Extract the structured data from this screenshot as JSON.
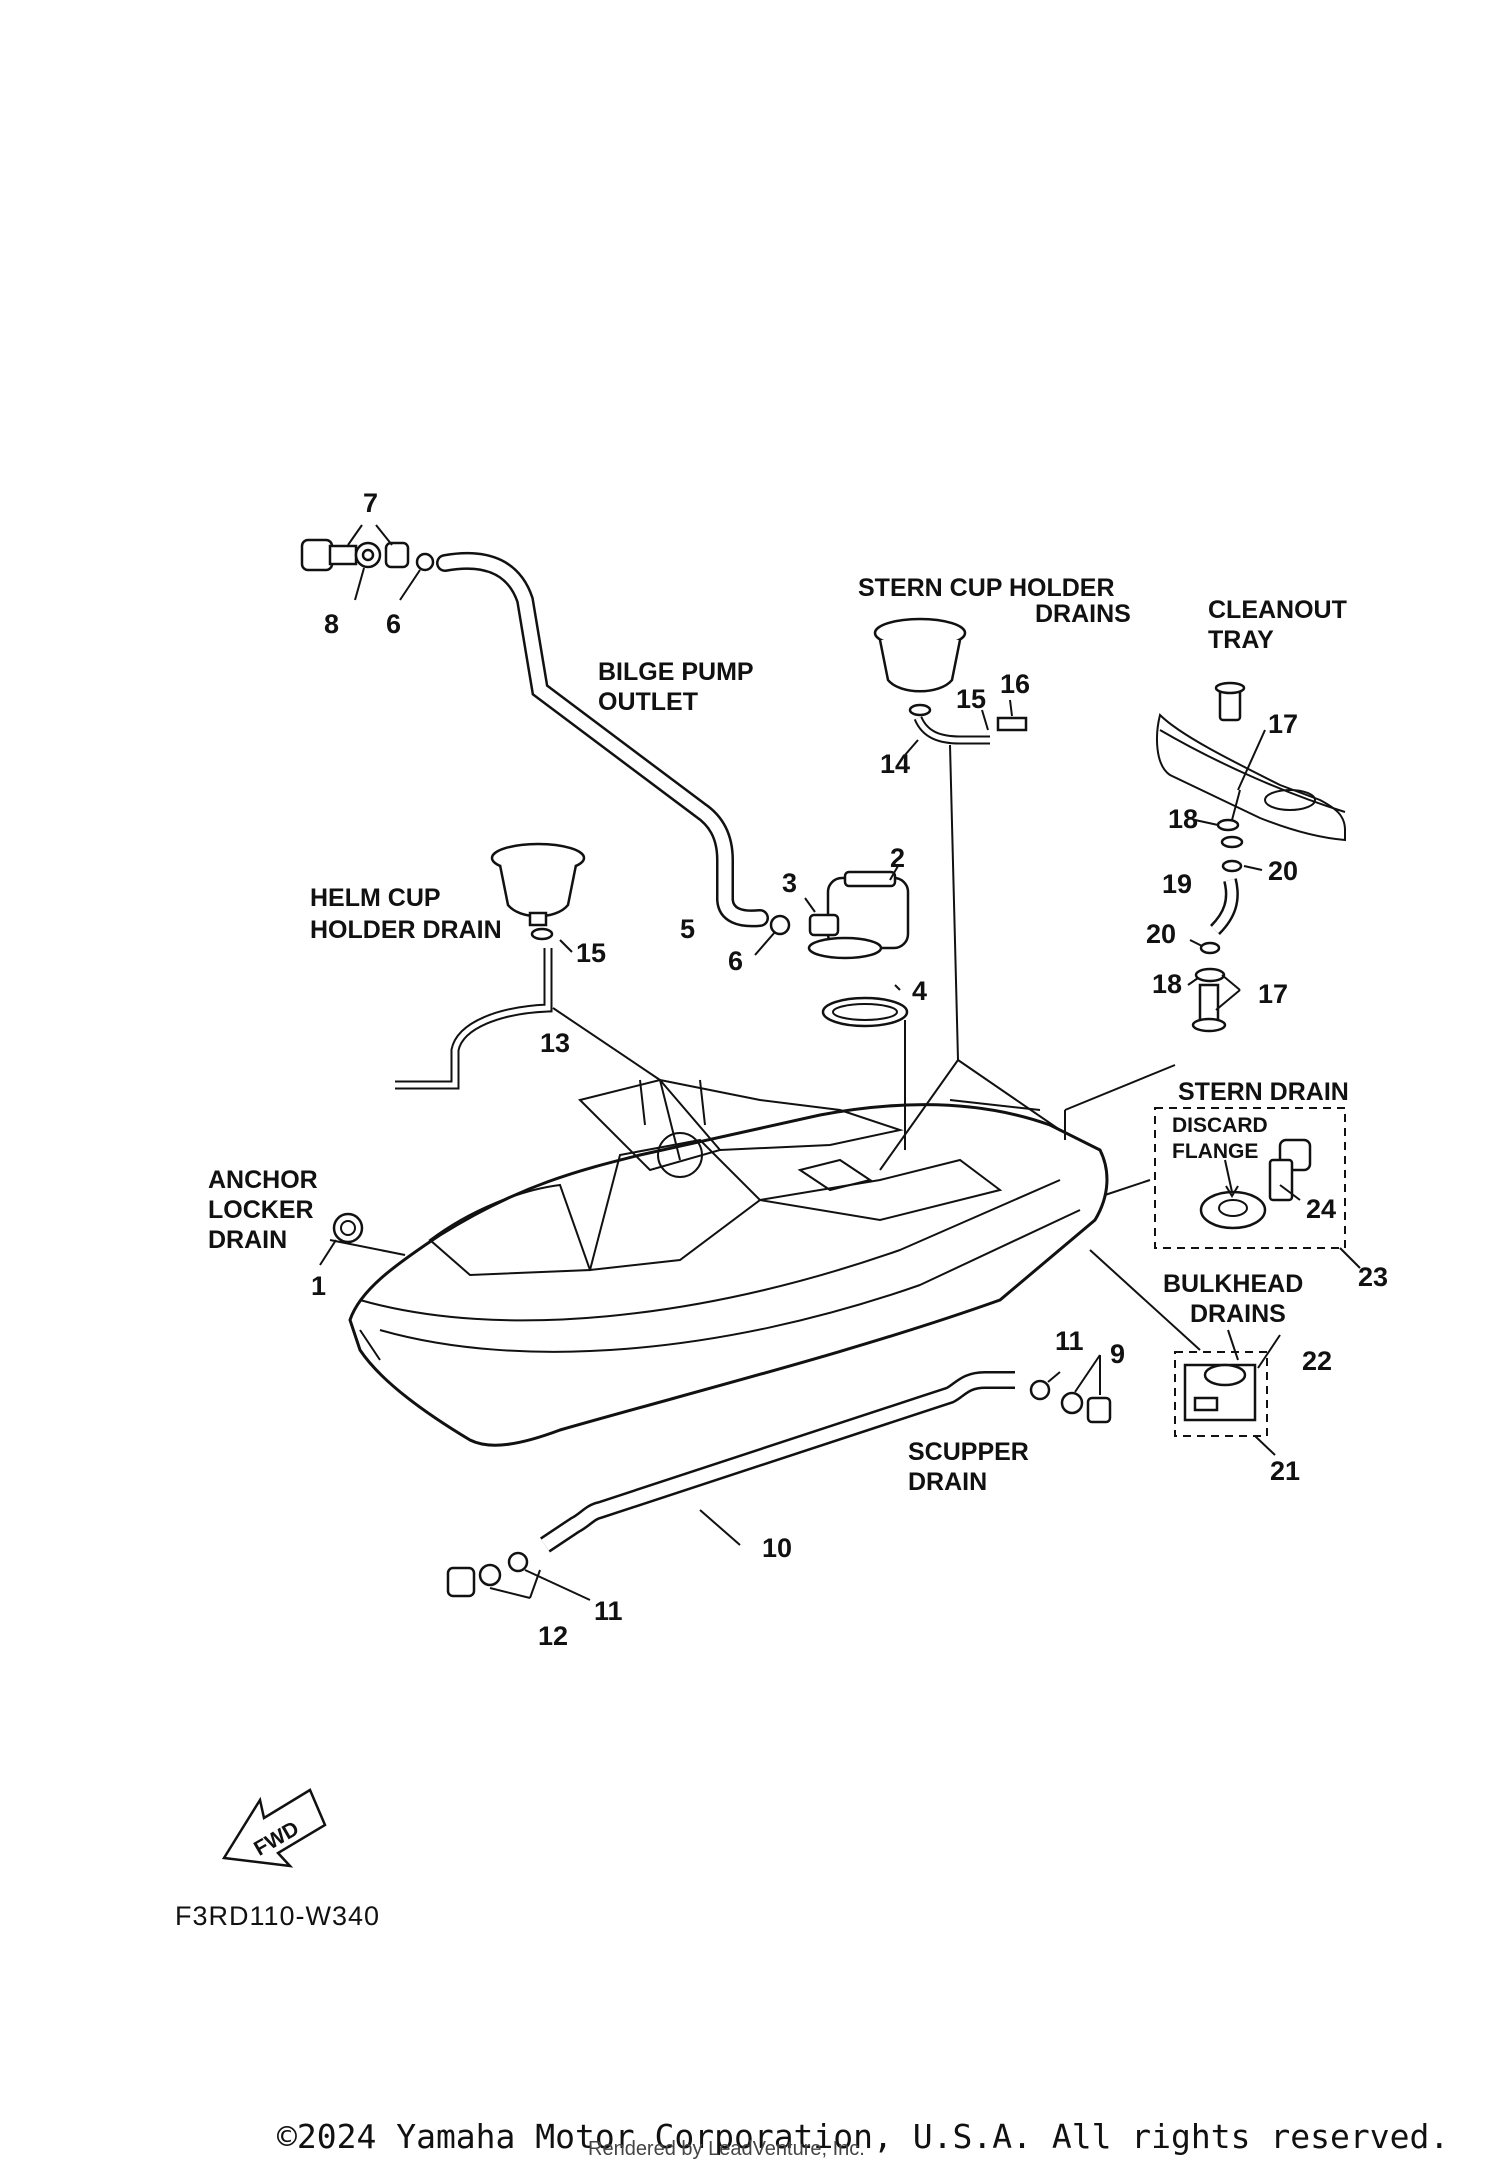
{
  "labels": {
    "stern_cup_holder": "STERN CUP HOLDER",
    "drains": "DRAINS",
    "cleanout": "CLEANOUT",
    "tray": "TRAY",
    "bilge_pump": "BILGE PUMP",
    "outlet": "OUTLET",
    "helm_cup": "HELM CUP",
    "holder_drain": "HOLDER DRAIN",
    "anchor": "ANCHOR",
    "locker": "LOCKER",
    "drain": "DRAIN",
    "stern_drain": "STERN DRAIN",
    "discard": "DISCARD",
    "flange": "FLANGE",
    "bulkhead": "BULKHEAD",
    "bulkhead_drains": "DRAINS",
    "scupper": "SCUPPER",
    "scupper_drain": "DRAIN"
  },
  "callouts": {
    "n1": "1",
    "n2": "2",
    "n3": "3",
    "n4": "4",
    "n5": "5",
    "n6a": "6",
    "n6b": "6",
    "n7": "7",
    "n8": "8",
    "n9": "9",
    "n10": "10",
    "n11a": "11",
    "n11b": "11",
    "n12": "12",
    "n13": "13",
    "n14": "14",
    "n15a": "15",
    "n15b": "15",
    "n16": "16",
    "n17a": "17",
    "n17b": "17",
    "n18a": "18",
    "n18b": "18",
    "n19": "19",
    "n20a": "20",
    "n20b": "20",
    "n21": "21",
    "n22": "22",
    "n23": "23",
    "n24": "24"
  },
  "fwd": "FWD",
  "diagram_code": "F3RD110-W340",
  "copyright": "©2024 Yamaha Motor Corporation, U.S.A. All rights reserved.",
  "rendered_by": "Rendered by LeadVenture, Inc."
}
